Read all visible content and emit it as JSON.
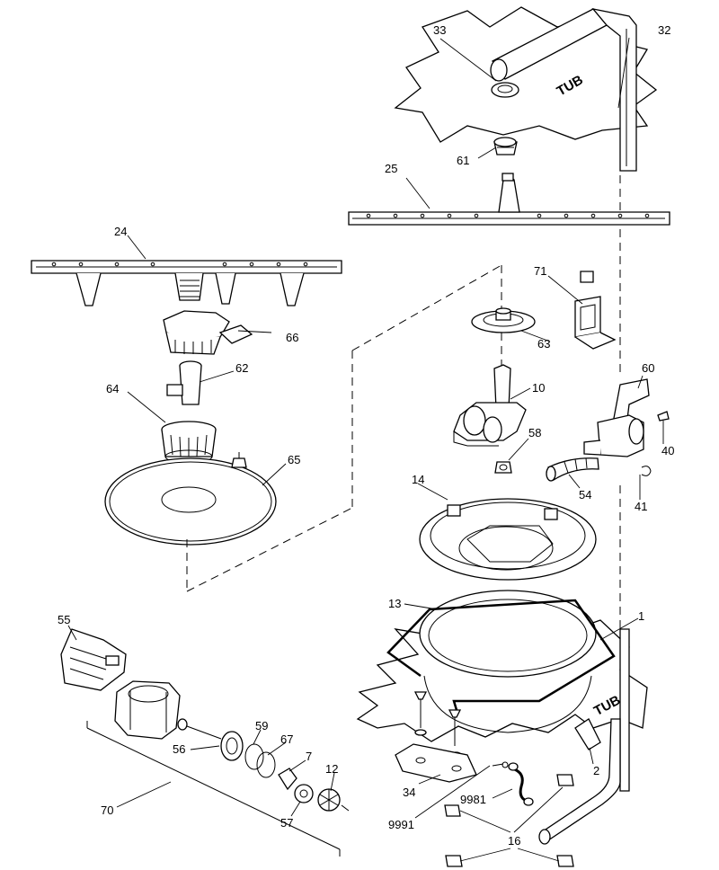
{
  "diagram": {
    "tub_labels": [
      "TUB",
      "TUB"
    ],
    "callouts": {
      "p1": "1",
      "p2": "2",
      "p7": "7",
      "p10": "10",
      "p12": "12",
      "p13": "13",
      "p14": "14",
      "p16": "16",
      "p24": "24",
      "p25": "25",
      "p32": "32",
      "p33": "33",
      "p34": "34",
      "p40": "40",
      "p41": "41",
      "p54": "54",
      "p55": "55",
      "p56": "56",
      "p57": "57",
      "p58": "58",
      "p59": "59",
      "p60": "60",
      "p61": "61",
      "p62": "62",
      "p63": "63",
      "p64": "64",
      "p65": "65",
      "p66": "66",
      "p67": "67",
      "p70": "70",
      "p71": "71",
      "p9981": "9981",
      "p9991": "9991"
    }
  }
}
